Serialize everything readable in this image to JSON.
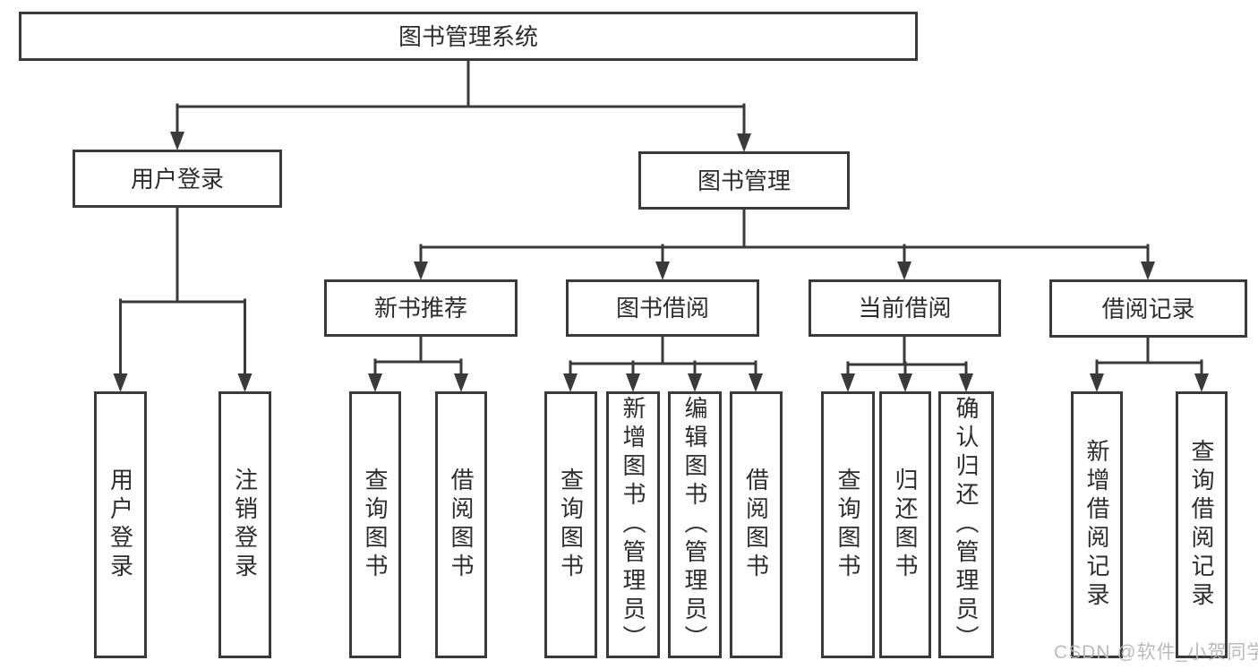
{
  "diagram_title": "图书管理系统",
  "nodes": {
    "root": {
      "label": "图书管理系统"
    },
    "user_login": {
      "label": "用户登录"
    },
    "book_mgmt": {
      "label": "图书管理"
    },
    "leaf_user_login": {
      "label": "用户登录"
    },
    "leaf_logout": {
      "label": "注销登录"
    },
    "new_book_rec": {
      "label": "新书推荐"
    },
    "book_borrow": {
      "label": "图书借阅"
    },
    "current_borrow": {
      "label": "当前借阅"
    },
    "borrow_record": {
      "label": "借阅记录"
    },
    "query_book_1": {
      "label": "查询图书"
    },
    "borrow_book_1": {
      "label": "借阅图书"
    },
    "query_book_2": {
      "label": "查询图书"
    },
    "add_book_admin": {
      "label": "新增图书（管理员）"
    },
    "edit_book_admin": {
      "label": "编辑图书（管理员）"
    },
    "borrow_book_2": {
      "label": "借阅图书"
    },
    "query_book_3": {
      "label": "查询图书"
    },
    "return_book": {
      "label": "归还图书"
    },
    "confirm_return_admin": {
      "label": "确认归还（管理员）"
    },
    "add_borrow_record": {
      "label": "新增借阅记录"
    },
    "query_borrow_record": {
      "label": "查询借阅记录"
    }
  },
  "hierarchy": {
    "root": [
      "user_login",
      "book_mgmt"
    ],
    "user_login": [
      "leaf_user_login",
      "leaf_logout"
    ],
    "book_mgmt": [
      "new_book_rec",
      "book_borrow",
      "current_borrow",
      "borrow_record"
    ],
    "new_book_rec": [
      "query_book_1",
      "borrow_book_1"
    ],
    "book_borrow": [
      "query_book_2",
      "add_book_admin",
      "edit_book_admin",
      "borrow_book_2"
    ],
    "current_borrow": [
      "query_book_3",
      "return_book",
      "confirm_return_admin"
    ],
    "borrow_record": [
      "add_borrow_record",
      "query_borrow_record"
    ]
  },
  "watermark": {
    "text": "CSDN @软件_小贺同学"
  },
  "colors": {
    "line": "#3a3a3a",
    "box_border": "#3a3a3a",
    "box_bg": "#ffffff",
    "text": "#2d2d2d",
    "watermark": "#b5b5b5",
    "background": "#ffffff"
  }
}
